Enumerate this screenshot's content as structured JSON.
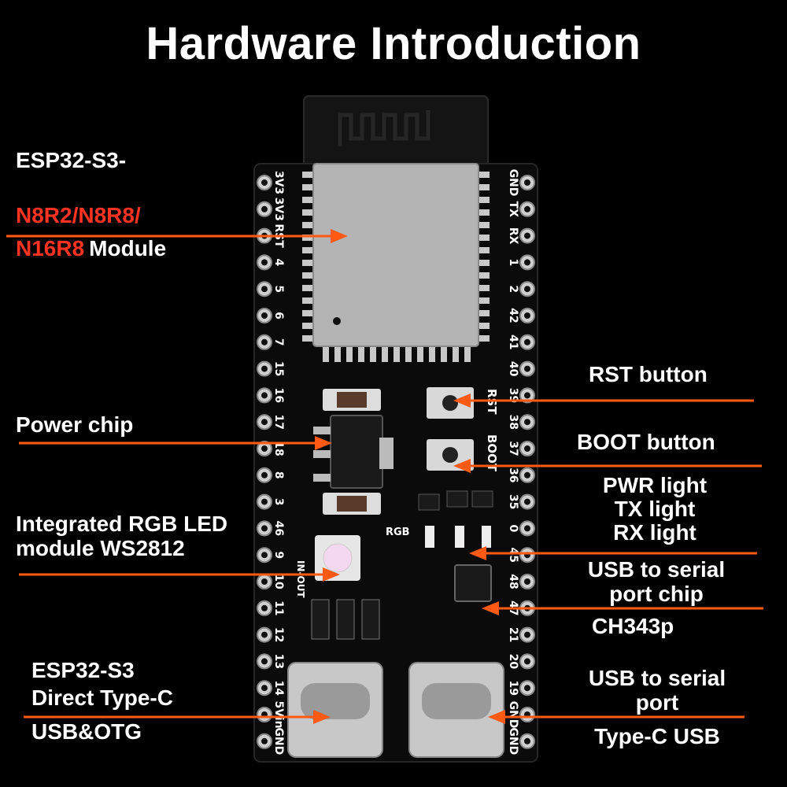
{
  "title": "Hardware Introduction",
  "colors": {
    "arrow": "#ff5a14",
    "highlight": "#ff3322",
    "board": "#0b0b0b",
    "shield": "#b4b4b4",
    "pad": "#c8c8c8"
  },
  "labels": {
    "module": {
      "line1": "ESP32-S3-",
      "red1": "N8R2/N8R8/",
      "red2": "N16R8",
      "suffix": "Module"
    },
    "power_chip": "Power chip",
    "rgb_led": {
      "line1": "Integrated RGB LED",
      "line2": "module WS2812"
    },
    "otg": {
      "line1": "ESP32-S3",
      "line2": "Direct Type-C",
      "line3": "USB&OTG"
    },
    "rst": "RST button",
    "boot": "BOOT button",
    "lights": {
      "line1": "PWR light",
      "line2": "TX light",
      "line3": "RX light"
    },
    "serial_chip": {
      "line1": "USB to serial",
      "line2": "port chip",
      "line3": "CH343p"
    },
    "serial_usb": {
      "line1": "USB to serial",
      "line2": "port",
      "line3": "Type-C USB"
    }
  },
  "board": {
    "left_pins": [
      "3V3",
      "3V3",
      "RST",
      "4",
      "5",
      "6",
      "7",
      "15",
      "16",
      "17",
      "18",
      "8",
      "3",
      "46",
      "9",
      "10",
      "11",
      "12",
      "13",
      "14",
      "5Vin",
      "GND"
    ],
    "right_pins": [
      "GND",
      "TX",
      "RX",
      "1",
      "2",
      "42",
      "41",
      "40",
      "39",
      "38",
      "37",
      "36",
      "35",
      "0",
      "45",
      "48",
      "47",
      "21",
      "20",
      "19",
      "GND",
      "GND"
    ],
    "silk": {
      "rst": "RST",
      "boot": "BOOT",
      "rgb": "RGB",
      "in_out": "IN-OUT"
    }
  }
}
